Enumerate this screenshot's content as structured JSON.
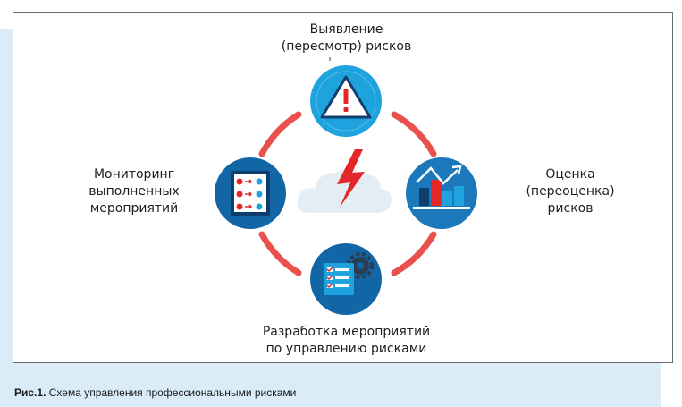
{
  "nodes": {
    "identify": {
      "lines": [
        "Выявление",
        "(пересмотр) рисков"
      ],
      "icon": "warning-triangle-icon"
    },
    "assess": {
      "lines": [
        "Оценка",
        "(переоценка)",
        "рисков"
      ],
      "icon": "bar-chart-trend-icon"
    },
    "develop": {
      "lines": [
        "Разработка мероприятий",
        "по управлению рисками"
      ],
      "icon": "checklist-gear-icon"
    },
    "monitor": {
      "lines": [
        "Мониторинг",
        "выполненных",
        "мероприятий"
      ],
      "icon": "checklist-monitor-icon"
    }
  },
  "center": {
    "icon": "lightning-cloud-icon"
  },
  "caption": {
    "label": "Рис.1.",
    "text": " Схема управления профессиональными рисками"
  },
  "colors": {
    "node_fill": "#1266a6",
    "node_top_fill": "#1ea3de",
    "node_right_fill": "#1a78bb",
    "arc_red": "#e6322e",
    "icon_red": "#e42629",
    "cloud": "#e4edf4",
    "background_band": "#d9ecf7"
  }
}
